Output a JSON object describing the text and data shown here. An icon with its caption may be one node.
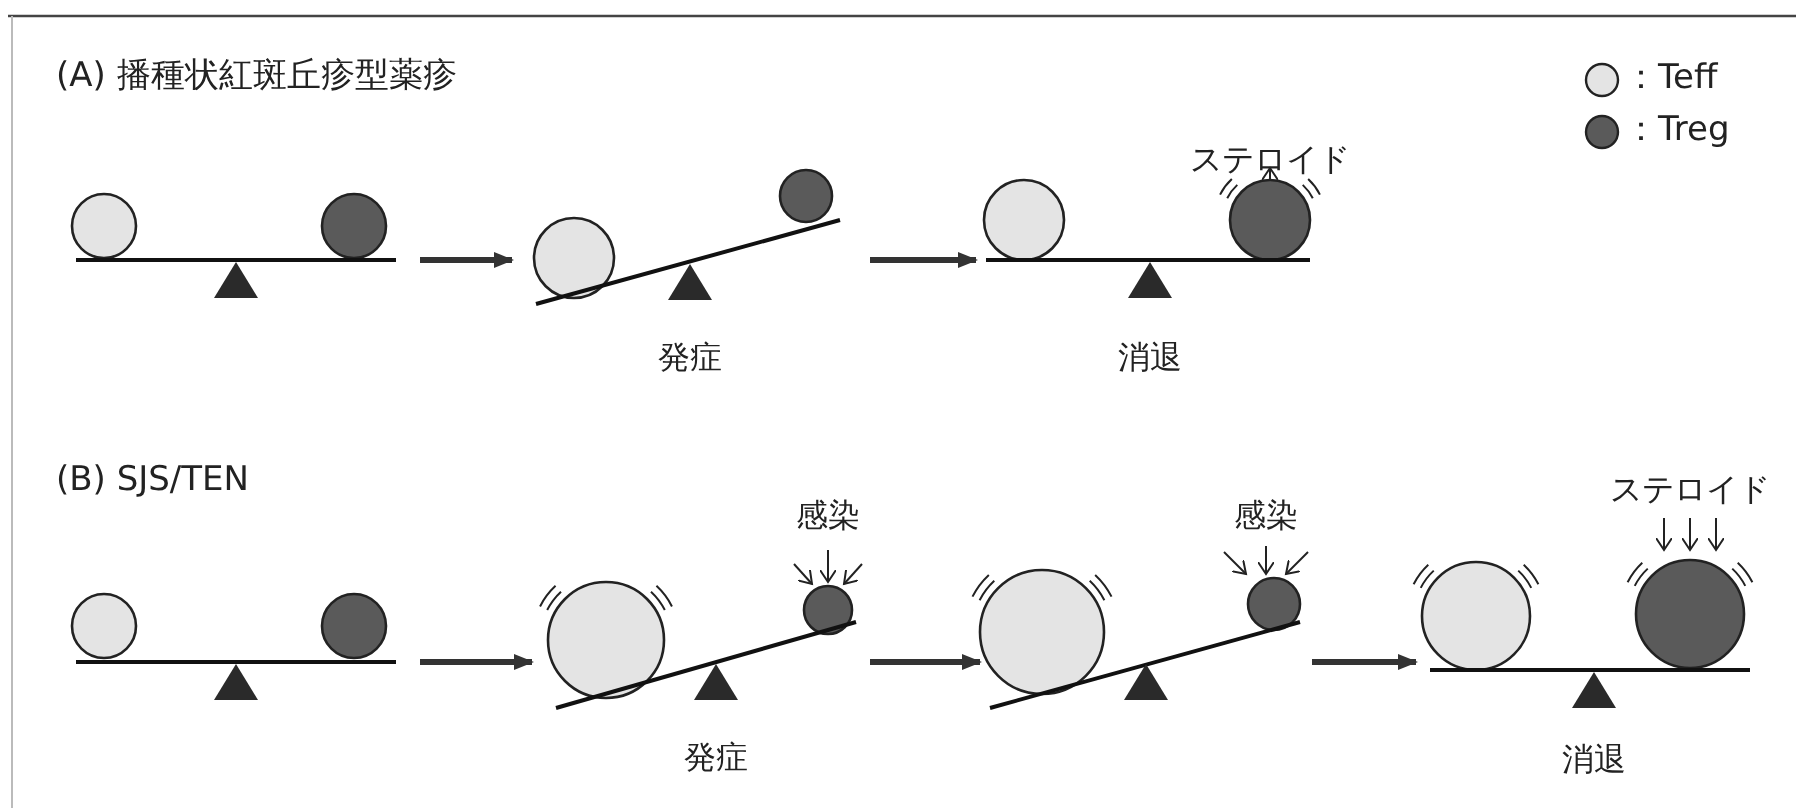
{
  "diagram": {
    "nodes": [
      {
        "text": [],
        "shape": "picture"
      },
      {
        "text": [
          "発症"
        ]
      },
      {
        "text": [
          "ステロイド",
          "消退"
        ]
      },
      {
        "text": [],
        "shape": "picture"
      },
      {
        "text": [
          "感染",
          "発症"
        ]
      },
      {
        "text": [
          "感染"
        ]
      },
      {
        "text": [
          "ステロイド",
          "消退"
        ]
      }
    ],
    "edges": [
      {
        "from": 0,
        "to": 1,
        "arrow": "to"
      },
      {
        "from": 1,
        "to": 2,
        "arrow": "to"
      },
      {
        "from": 3,
        "to": 4,
        "arrow": "to"
      },
      {
        "from": 4,
        "to": 5,
        "arrow": "to"
      },
      {
        "from": 5,
        "to": 6,
        "arrow": "to"
      }
    ],
    "labels": [
      "(A) 播種状紅斑丘疹型薬疹",
      "(B) SJS/TEN"
    ],
    "legend": [
      {
        "text": "：Teff",
        "color": "#e4e4e4"
      },
      {
        "text": "：Treg",
        "color": "#5a5a5a"
      }
    ]
  }
}
